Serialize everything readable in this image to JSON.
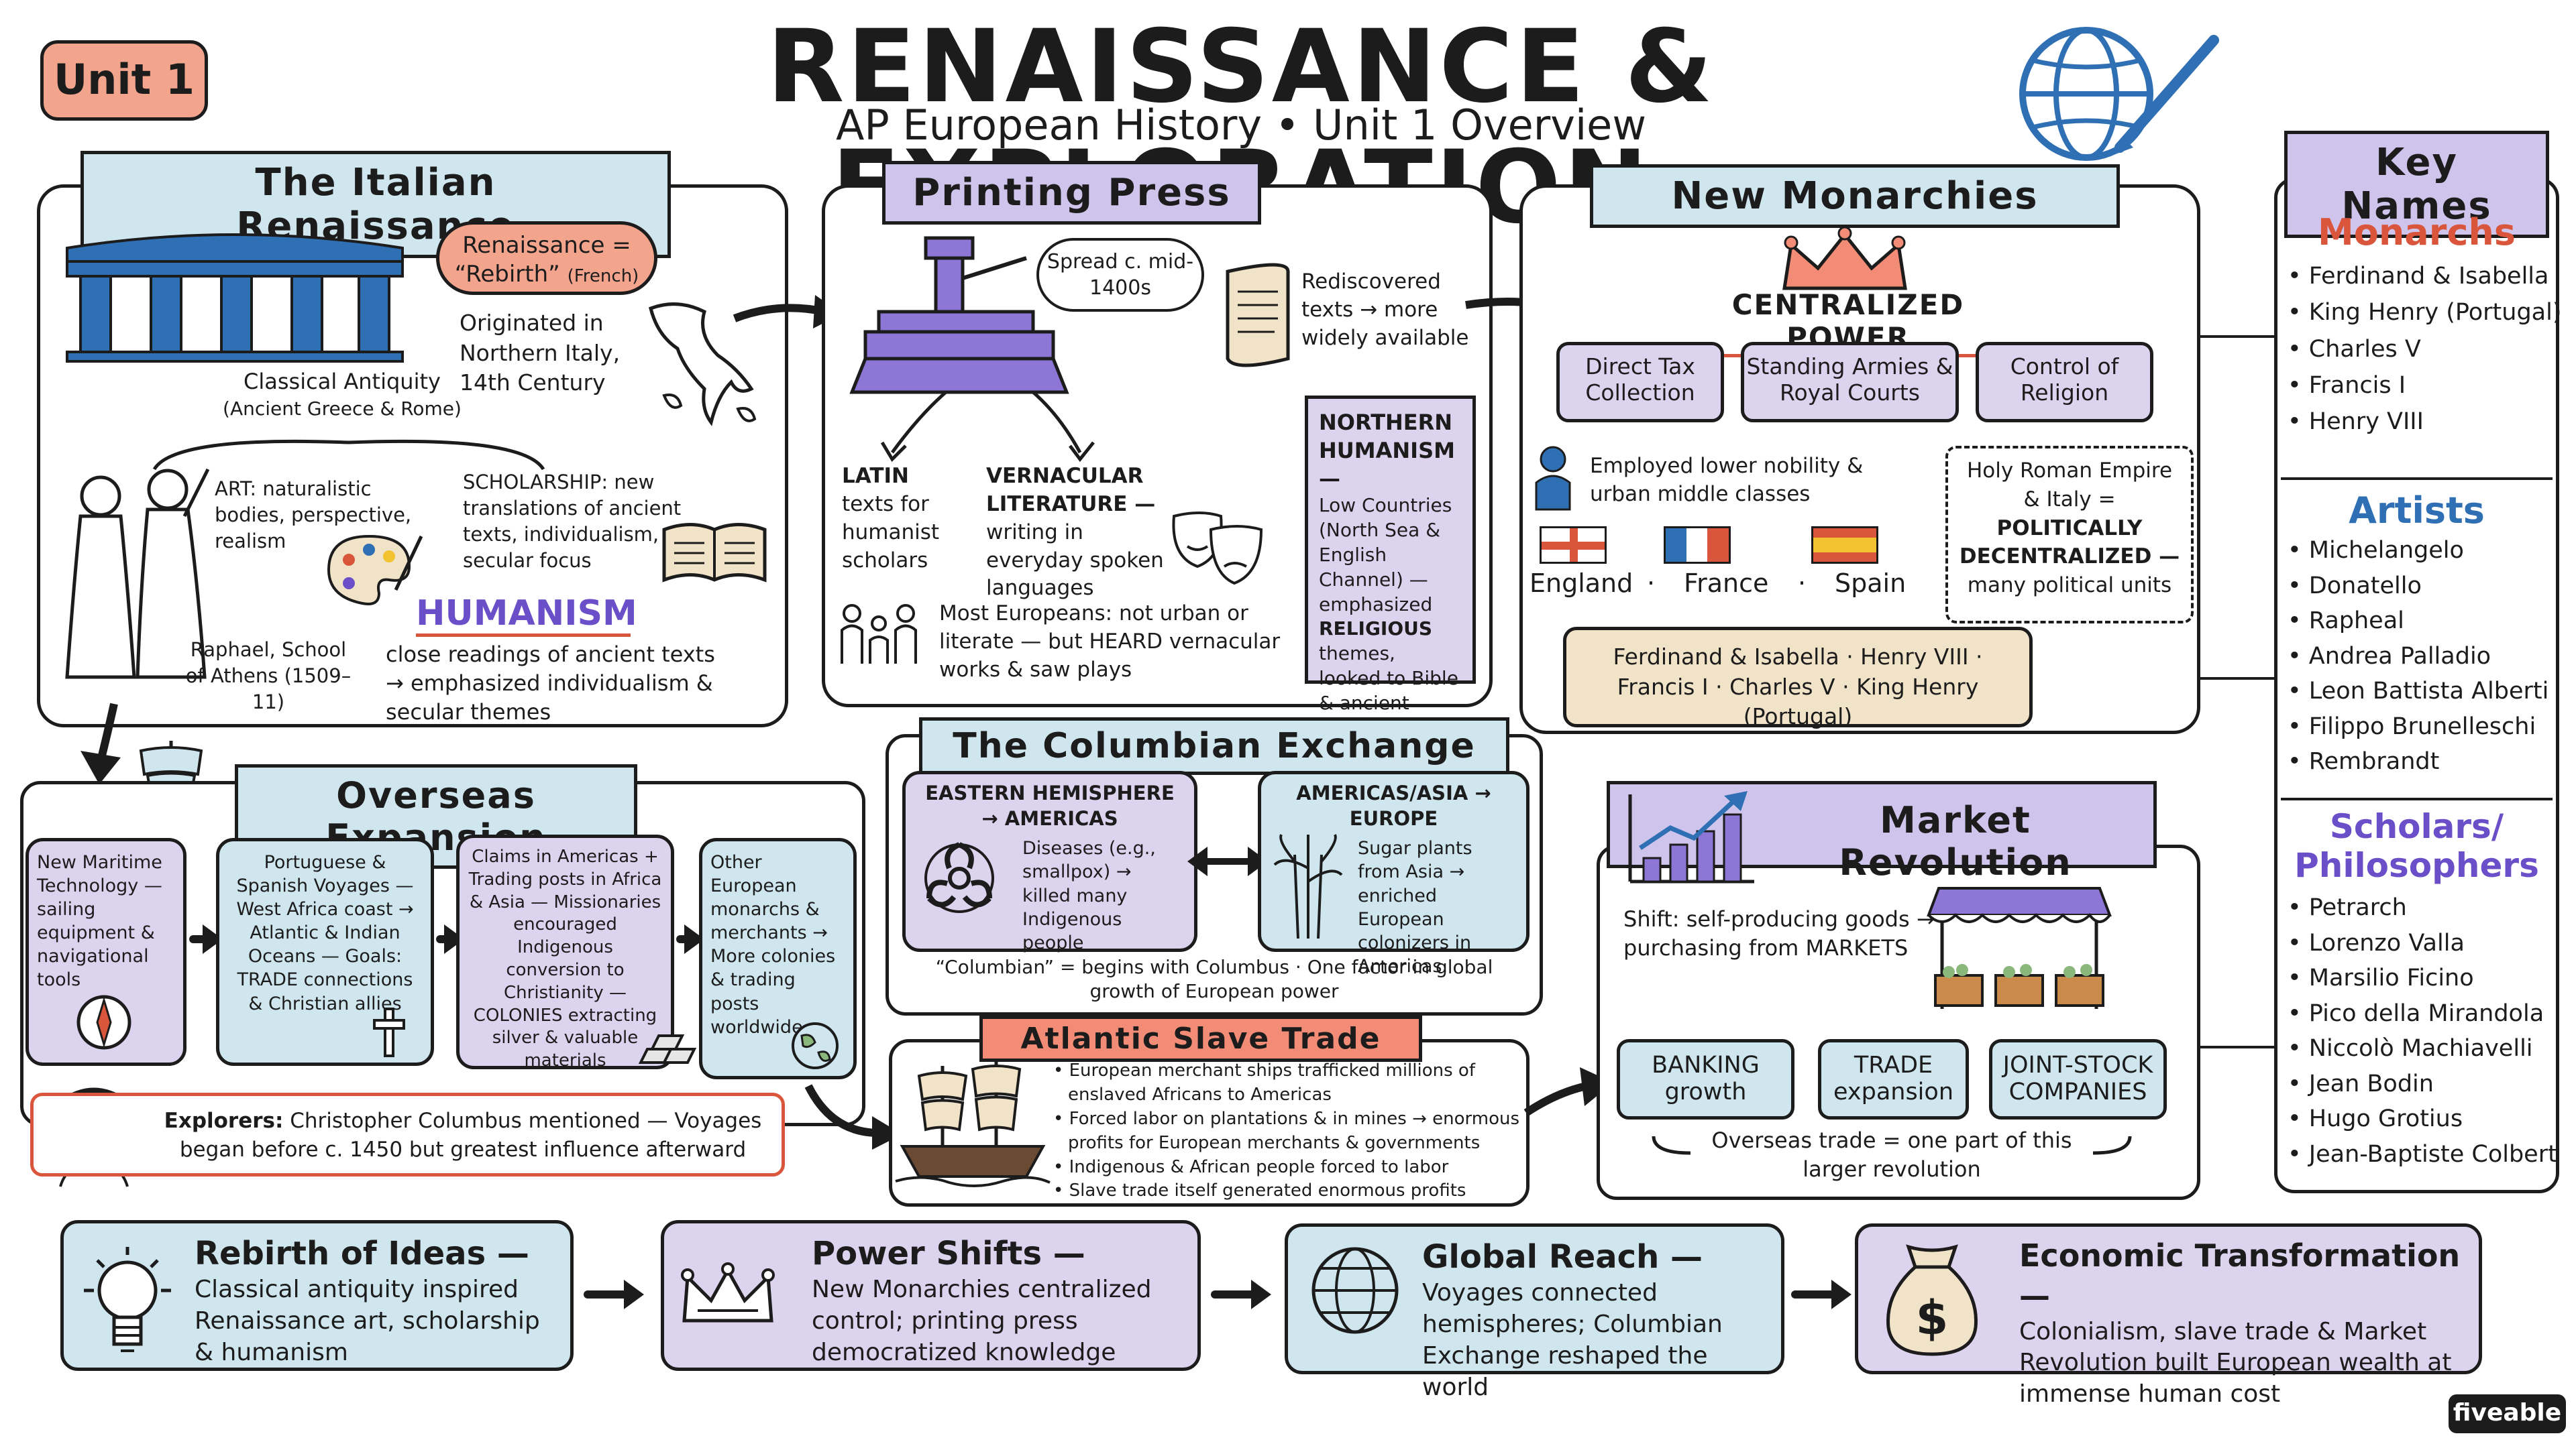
{
  "header": {
    "unit_badge": "Unit 1",
    "title": "RENAISSANCE & EXPLORATION",
    "subtitle": "AP European History • Unit 1 Overview"
  },
  "italian": {
    "title": "The Italian Renaissance",
    "rebirth": "Renaissance = “Rebirth”",
    "rebirth_note": "(French)",
    "originated": "Originated in Northern Italy, 14th Century",
    "classical": "Classical Antiquity",
    "classical_sub": "(Ancient Greece & Rome)",
    "art": "ART: naturalistic bodies, perspective, realism",
    "scholarship": "SCHOLARSHIP: new translations of ancient texts, individualism, secular focus",
    "raphael": "Raphael, School of Athens (1509–11)",
    "humanism_title": "HUMANISM",
    "humanism": "close readings of ancient texts → emphasized individualism & secular themes"
  },
  "printing": {
    "title": "Printing Press",
    "spread": "Spread c. mid-1400s",
    "rediscovered": "Rediscovered texts → more widely available",
    "latin_title": "LATIN",
    "latin": "texts for humanist scholars",
    "vernacular_title": "VERNACULAR LITERATURE —",
    "vernacular": "writing in everyday spoken languages",
    "europeans": "Most Europeans: not urban or literate — but HEARD vernacular works & saw plays",
    "northern_title": "NORTHERN HUMANISM —",
    "northern": "Low Countries (North Sea & English Channel) — emphasized",
    "northern_bold": "RELIGIOUS",
    "northern_end": "themes, looked to Bible & ancient texts"
  },
  "monarchies": {
    "title": "New Monarchies",
    "centralized": "CENTRALIZED POWER",
    "cards": [
      "Direct Tax Collection",
      "Standing Armies & Royal Courts",
      "Control of Religion"
    ],
    "employed": "Employed lower nobility & urban middle classes",
    "hre": "Holy Roman Empire & Italy =",
    "hre_bold": "POLITICALLY DECENTRALIZED —",
    "hre_end": "many political units",
    "countries": [
      "England",
      "France",
      "Spain"
    ],
    "scroll": "Ferdinand & Isabella · Henry VIII · Francis I · Charles V · King Henry (Portugal)"
  },
  "key_names": {
    "title": "Key Names",
    "monarchs_title": "Monarchs",
    "monarchs": [
      "Ferdinand & Isabella",
      "King Henry (Portugal)",
      "Charles V",
      "Francis I",
      "Henry VIII"
    ],
    "artists_title": "Artists",
    "artists": [
      "Michelangelo",
      "Donatello",
      "Rapheal",
      "Andrea Palladio",
      "Leon Battista Alberti",
      "Filippo Brunelleschi",
      "Rembrandt"
    ],
    "scholars_title": "Scholars/ Philosophers",
    "scholars": [
      "Petrarch",
      "Lorenzo Valla",
      "Marsilio Ficino",
      "Pico della Mirandola",
      "Niccolò Machiavelli",
      "Jean Bodin",
      "Hugo Grotius",
      "Jean-Baptiste Colbert"
    ]
  },
  "overseas": {
    "title": "Overseas Expansion",
    "steps": [
      "New Maritime Technology — sailing equipment & navigational tools",
      "Portuguese & Spanish Voyages — West Africa coast → Atlantic & Indian Oceans — Goals: TRADE connections & Christian allies",
      "Claims in Americas + Trading posts in Africa & Asia — Missionaries encouraged Indigenous conversion to Christianity — COLONIES extracting silver & valuable materials",
      "Other European monarchs & merchants → More colonies & trading posts worldwide"
    ],
    "explorers_label": "Explorers:",
    "explorers": "Christopher Columbus mentioned — Voyages began before c. 1450 but greatest influence afterward"
  },
  "columbian": {
    "title": "The Columbian Exchange",
    "east_title": "EASTERN HEMISPHERE → AMERICAS",
    "east": "Diseases (e.g., smallpox) → killed many Indigenous people",
    "west_title": "AMERICAS/ASIA → EUROPE",
    "west": "Sugar plants from Asia → enriched European colonizers in Americas.",
    "caption": "“Columbian” = begins with Columbus · One factor in global growth of European power"
  },
  "slave": {
    "title": "Atlantic Slave Trade",
    "bullets": [
      "European merchant ships trafficked millions of enslaved Africans to Americas",
      "Forced labor on plantations & in mines → enormous profits for European merchants & governments",
      "Indigenous & African people forced to labor",
      "Slave trade itself generated enormous profits"
    ]
  },
  "market": {
    "title": "Market Revolution",
    "shift": "Shift: self-producing goods → purchasing from MARKETS",
    "cards": [
      "BANKING growth",
      "TRADE expansion",
      "JOINT-STOCK COMPANIES"
    ],
    "overseas": "Overseas trade = one part of this larger revolution"
  },
  "summary": [
    {
      "title": "Rebirth of Ideas —",
      "text": "Classical antiquity inspired Renaissance art, scholarship & humanism"
    },
    {
      "title": "Power Shifts —",
      "text": "New Monarchies centralized control; printing press democratized knowledge"
    },
    {
      "title": "Global Reach —",
      "text": "Voyages connected hemispheres; Columbian Exchange reshaped the world"
    },
    {
      "title": "Economic Transformation —",
      "text": "Colonialism, slave trade & Market Revolution built European wealth at immense human cost"
    }
  ],
  "footer": {
    "brand": "fiveable"
  },
  "colors": {
    "blue": "#cfe6ef",
    "purple": "#dcd4ef",
    "salmon": "#f2a48d",
    "accent_red": "#d9553b",
    "accent_purple": "#6b4fc9"
  }
}
